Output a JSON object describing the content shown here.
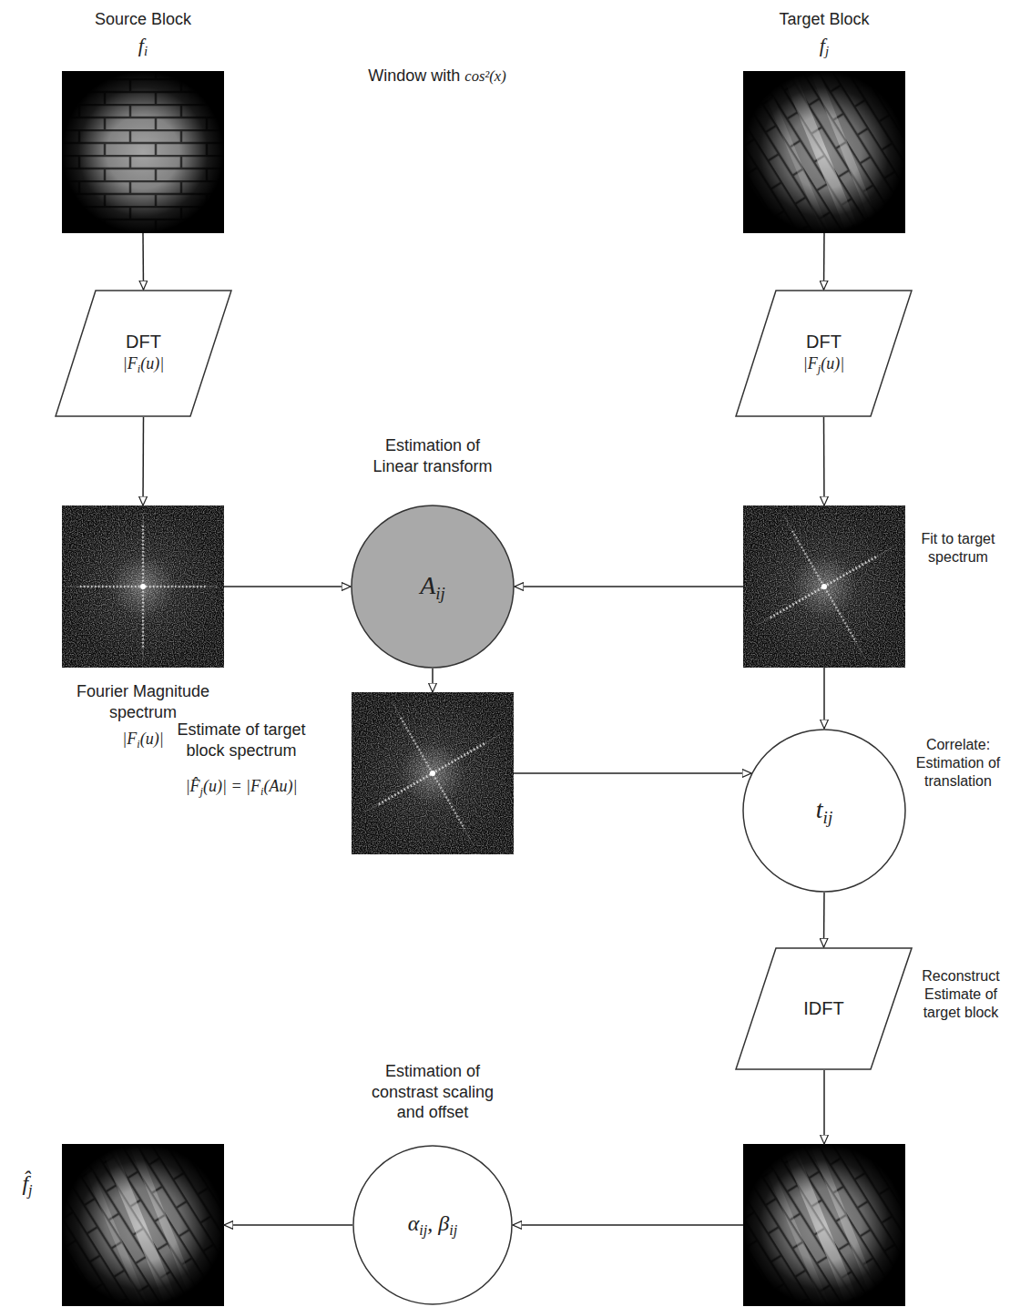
{
  "diagram": {
    "nodes": [
      {
        "text": [
          "Source Block",
          "fi"
        ]
      },
      {
        "text": [
          "Target Block",
          "fj"
        ]
      },
      {
        "text": [
          "DFT",
          "|Fi(u)|"
        ]
      },
      {
        "text": [
          "DFT",
          "|Fj(u)|"
        ]
      },
      {
        "text": [
          "Fourier Magnitude spectrum",
          "|Fi(u)|"
        ]
      },
      {
        "text": [
          "Estimation of Linear transform",
          "Aij"
        ]
      },
      {
        "text": [
          "Fit to target spectrum"
        ]
      },
      {
        "text": [
          "Estimate of target block spectrum",
          "|F̂j(u)| = |Fi(Au)|"
        ]
      },
      {
        "text": [
          "Correlate: Estimation of translation",
          "tij"
        ]
      },
      {
        "text": [
          "IDFT",
          "Reconstruct Estimate of target block"
        ]
      },
      {
        "text": [
          "Estimation of constrast scaling and offset",
          "αij, βij"
        ]
      },
      {
        "text": [
          "f̂j"
        ]
      }
    ],
    "edges": [
      {
        "from": 0,
        "to": 2,
        "arrow": "to"
      },
      {
        "from": 1,
        "to": 3,
        "arrow": "to"
      },
      {
        "from": 2,
        "to": 4,
        "arrow": "to"
      },
      {
        "from": 3,
        "to": 6,
        "arrow": "to"
      },
      {
        "from": 4,
        "to": 5,
        "arrow": "to"
      },
      {
        "from": 6,
        "to": 5,
        "arrow": "to"
      },
      {
        "from": 5,
        "to": 7,
        "arrow": "to"
      },
      {
        "from": 6,
        "to": 8,
        "arrow": "to"
      },
      {
        "from": 7,
        "to": 8,
        "arrow": "to"
      },
      {
        "from": 8,
        "to": 9,
        "arrow": "to"
      },
      {
        "from": 10,
        "to": 11,
        "arrow": "to"
      }
    ],
    "labels": [
      "Window with cos²(x)"
    ]
  }
}
